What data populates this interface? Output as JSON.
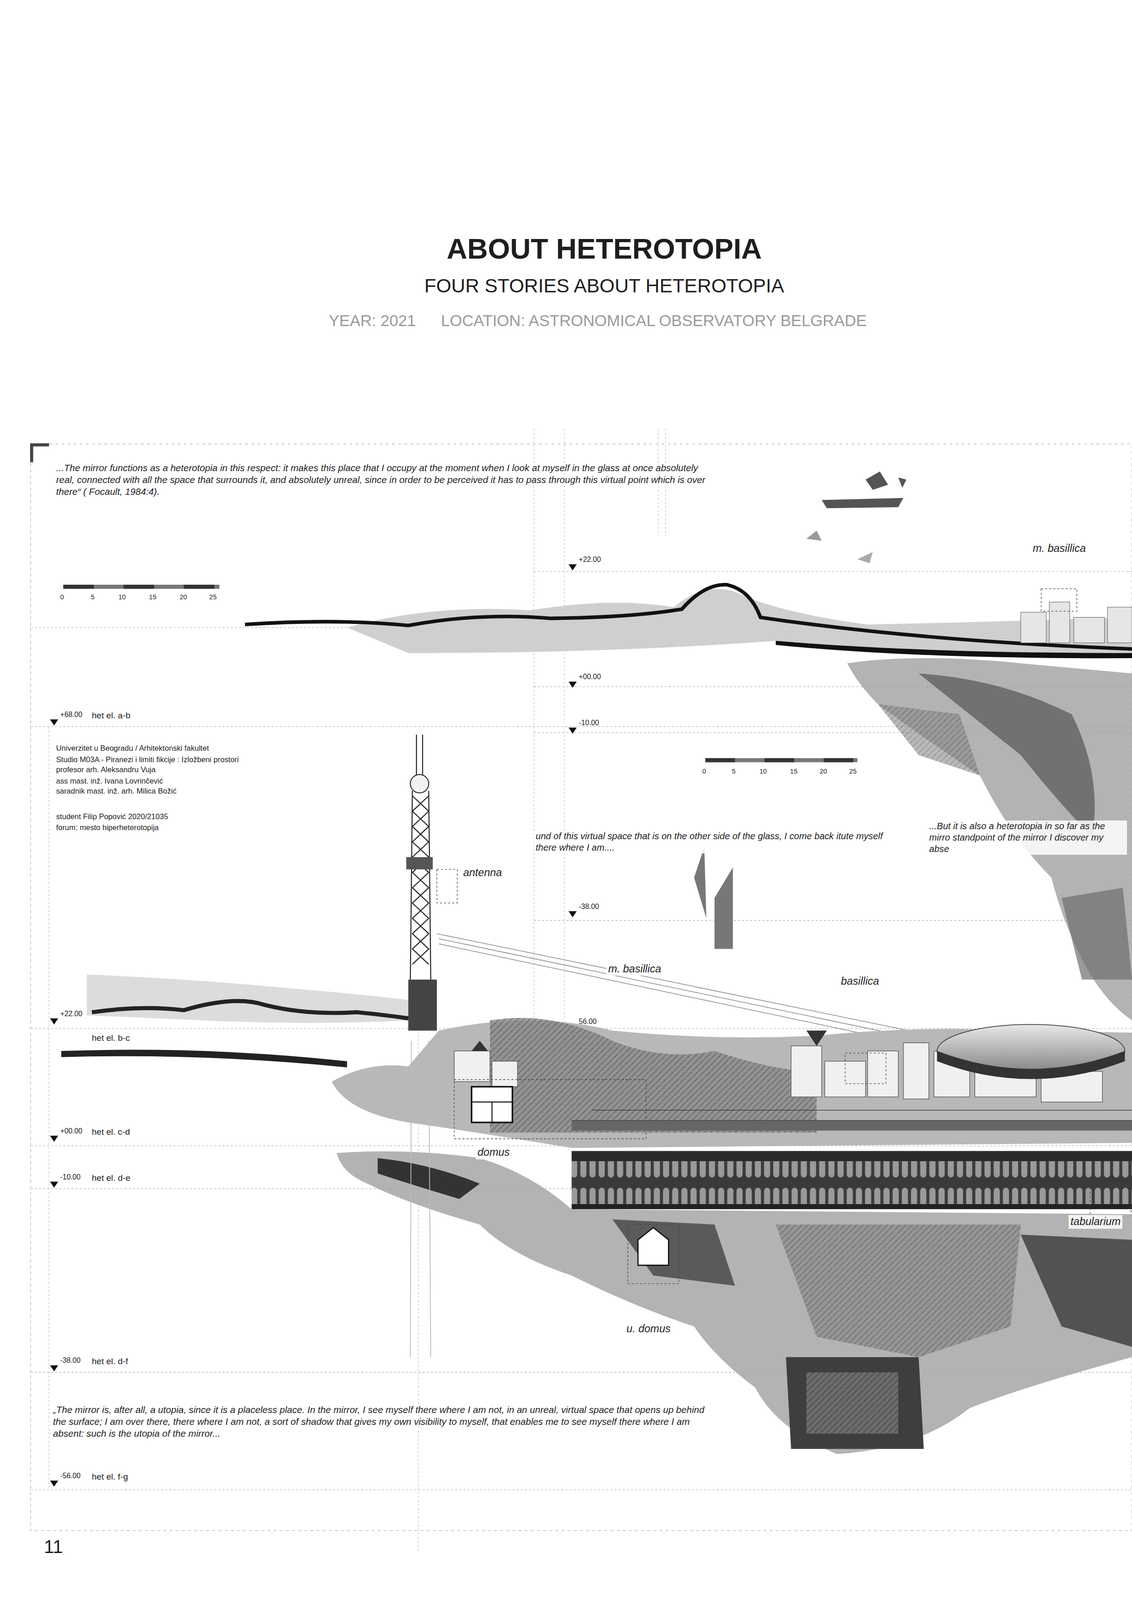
{
  "diagram": {
    "title": "ABOUT HETEROTOPIA",
    "labels": [
      "FOUR STORIES ABOUT HETEROTOPIA",
      "YEAR: 2021",
      "LOCATION: ASTRONOMICAL OBSERVATORY BELGRADE",
      "...The mirror functions as a heterotopia in this respect: it makes this place that I occupy at the moment when I look at myself in the glass at once absolutely real, connected with all the space that surrounds it, and absolutely unreal, since in order to be perceived it has to pass through this virtual point which is over there“ ( Focault, 1984:4).",
      "0",
      "5",
      "10",
      "15",
      "20",
      "25",
      "+22.00",
      "+00.00",
      "-10.00",
      "+68.00",
      "het el. a-b",
      "Univerzitet u Beogradu / Arhitektonski fakultet",
      "Studio M03A - Piranezi i limiti fikcije : Izložbeni prostori",
      "profesor arh. Aleksandru Vuja",
      "ass mast. inž. Ivana Lovrinčević",
      "saradnik mast. inž. arh. Milica Božić",
      "student Filip Popović 2020/21035",
      "forum: mesto hiperheterotopija",
      "m. basillica",
      "0",
      "5",
      "10",
      "15",
      "20",
      "25",
      "und of this virtual space that is on the other side of the glass, I come back itute myself there where I am....",
      "...But it is also a heterotopia in so far as the mirro standpoint of the mirror I discover my abse",
      "antenna",
      "-38.00",
      "m. basillica",
      "basillica",
      "+22.00",
      "het el. b-c",
      "56.00",
      "+00.00",
      "het el. c-d",
      "domus",
      "-10.00",
      "het el. d-e",
      "tabularium",
      "u. domus",
      "-38.00",
      "het el. d-f",
      "„The mirror is, after all, a utopia, since it is a placeless place. In the mirror, I see myself there where I am not, in an unreal, virtual space that opens up behind the surface; I am over there, there where I am not, a sort of shadow that gives my  own visibility to myself, that enables me to see myself there where I am absent:  such is the utopia of the mirror...",
      "-56.00",
      "het el. f-g",
      "11"
    ]
  }
}
